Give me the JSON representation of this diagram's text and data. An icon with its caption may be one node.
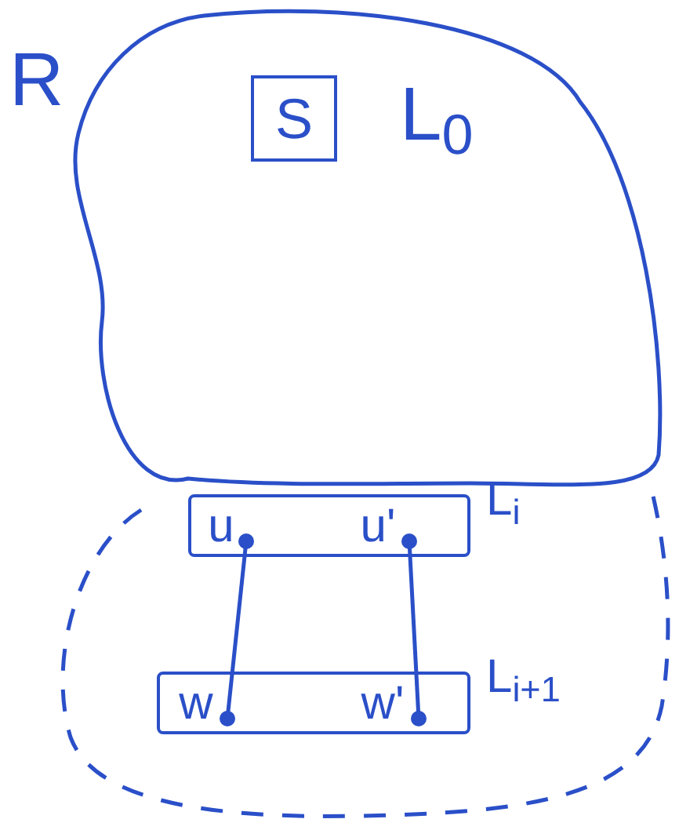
{
  "diagram": {
    "nodes": [
      {
        "text": [
          "L$_{0}$"
        ]
      },
      {
        "text": [
          "S"
        ],
        "in": 0
      },
      {
        "text": [],
        "shape": "cloud"
      },
      {
        "text": [],
        "shape": "box",
        "beside": [
          "L$_{i}$"
        ],
        "in": 2
      },
      {
        "text": [
          "u"
        ],
        "in": 3
      },
      {
        "text": [
          "u'"
        ],
        "in": 3
      },
      {
        "text": [],
        "shape": "box",
        "beside": [
          "L$_{i+1}$"
        ],
        "in": 2
      },
      {
        "text": [
          "w"
        ],
        "in": 6
      },
      {
        "text": [
          "w'"
        ],
        "in": 6
      }
    ],
    "edges": [
      {
        "from": 4,
        "to": 7,
        "arrow": "other"
      },
      {
        "from": 5,
        "to": 8,
        "arrow": "other"
      }
    ],
    "labels": [
      "R"
    ]
  }
}
